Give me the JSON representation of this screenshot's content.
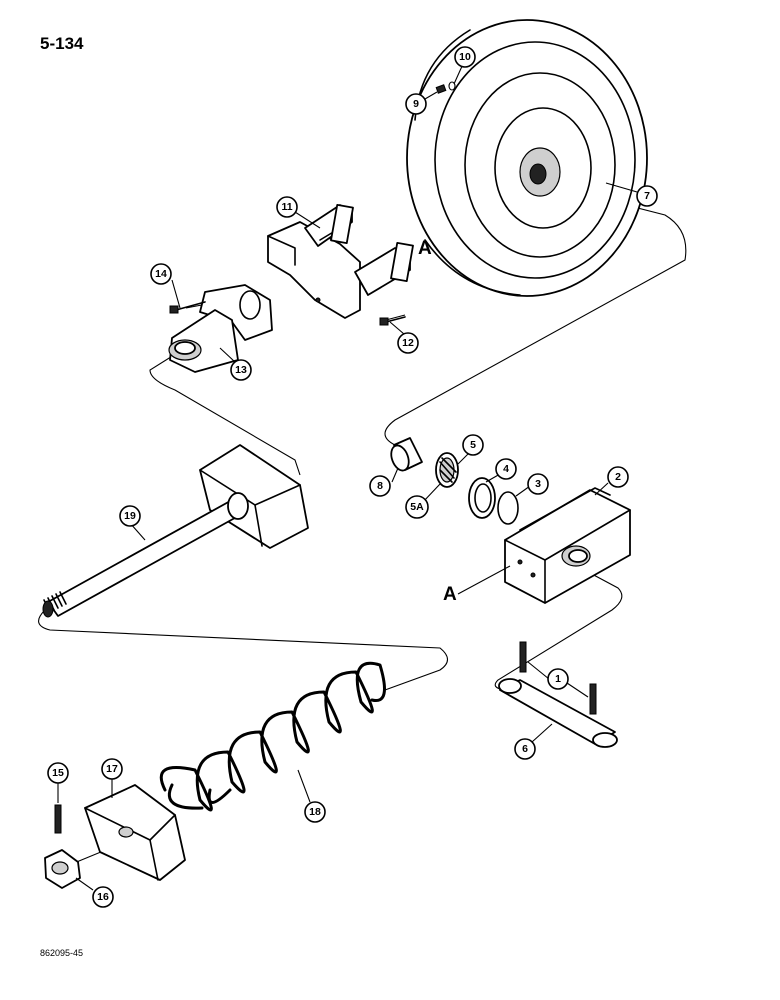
{
  "page_number": "5-134",
  "drawing_code": "862095-45",
  "reference_letter": "A",
  "callouts": [
    "1",
    "2",
    "3",
    "4",
    "5",
    "5A",
    "6",
    "7",
    "8",
    "9",
    "10",
    "11",
    "12",
    "13",
    "14",
    "15",
    "16",
    "17",
    "18",
    "19"
  ]
}
